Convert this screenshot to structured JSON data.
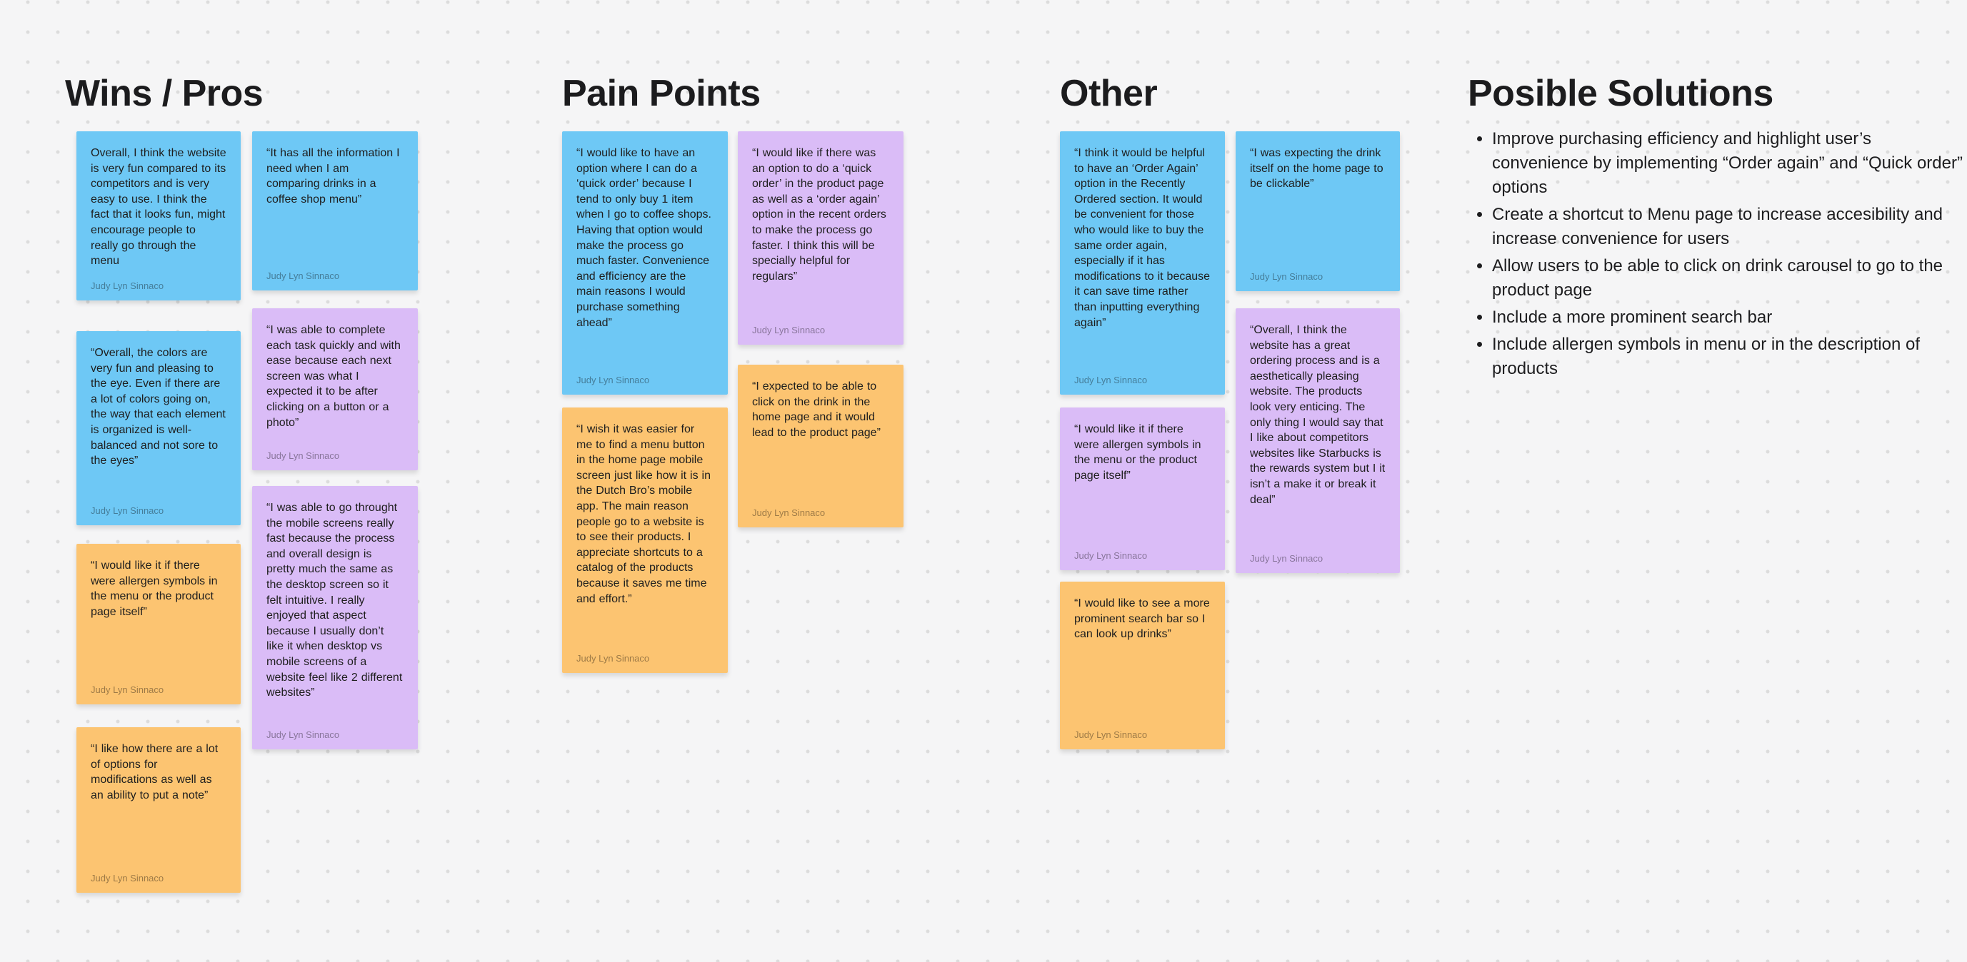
{
  "colors": {
    "blue": "#6EC8F5",
    "purple": "#DABCF7",
    "orange": "#FCC471",
    "background": "#F5F5F6",
    "grid_dot": "#DCDCDC",
    "text": "#1E1E1E"
  },
  "columns": [
    {
      "title": "Wins / Pros",
      "notes": [
        {
          "color": "blue",
          "author": "Judy Lyn Sinnaco",
          "text": "Overall, I think the website is very fun compared to its competitors and is very easy to use. I think the fact that it looks fun, might encourage people to really go through the menu"
        },
        {
          "color": "blue",
          "author": "Judy Lyn Sinnaco",
          "text": "“Overall, the colors are very fun and pleasing to the eye. Even if there are a lot of colors going on, the way that each element is organized is  well-balanced and not sore to the eyes”"
        },
        {
          "color": "orange",
          "author": "Judy Lyn Sinnaco",
          "text": "“I would like it if there were allergen symbols in the menu or the product page itself”"
        },
        {
          "color": "orange",
          "author": "Judy Lyn Sinnaco",
          "text": "“I like how there are a lot of options for modifications as well as an ability to put a note”"
        },
        {
          "color": "blue",
          "author": "Judy Lyn Sinnaco",
          "text": "“It has all the information I need when I am comparing drinks in a coffee shop menu”"
        },
        {
          "color": "purple",
          "author": "Judy Lyn Sinnaco",
          "text": "“I was able to complete each task quickly and with ease because each next screen was what I expected it to be after clicking on a button or a photo”"
        },
        {
          "color": "purple",
          "author": "Judy Lyn Sinnaco",
          "text": "“I was able to go throught the mobile screens really fast because the process and overall design is pretty much the same as the desktop screen so it felt intuitive. I really enjoyed that aspect because I usually don’t like it when desktop vs mobile screens of a website feel like 2 different websites”"
        }
      ]
    },
    {
      "title": "Pain Points",
      "notes": [
        {
          "color": "blue",
          "author": "Judy Lyn Sinnaco",
          "text": "“I would like to have an option where I can do a ‘quick order’ because I tend to only buy 1 item when I go to coffee shops. Having that option would make the process go much faster. Convenience and efficiency are the main reasons I would purchase something ahead”"
        },
        {
          "color": "orange",
          "author": "Judy Lyn Sinnaco",
          "text": "“I wish it was easier for me to find a menu button in the home page mobile screen just like how it is in the Dutch Bro’s mobile app. The main reason people go to a website is to see their products. I appreciate shortcuts to a catalog of the products because it saves me time and effort.”"
        },
        {
          "color": "purple",
          "author": "Judy Lyn Sinnaco",
          "text": "“I would like if there was an option to do a ‘quick order’ in the product page as well as a ‘order again’ option in the recent orders to make the process go faster. I think this will be specially helpful for regulars”"
        },
        {
          "color": "orange",
          "author": "Judy Lyn Sinnaco",
          "text": "“I expected to be able to click on the drink in the home page and it would lead to the product page”"
        }
      ]
    },
    {
      "title": "Other",
      "notes": [
        {
          "color": "blue",
          "author": "Judy Lyn Sinnaco",
          "text": "“I think it would be helpful to have an ‘Order Again’ option in the Recently Ordered section. It would be convenient for those who would like to buy the same order again, especially if it has modifications to it because it can save time rather than inputting everything again”"
        },
        {
          "color": "purple",
          "author": "Judy Lyn Sinnaco",
          "text": "“I would like it if there were allergen symbols in the menu or the product page itself”"
        },
        {
          "color": "orange",
          "author": "Judy Lyn Sinnaco",
          "text": "“I would like to see a more prominent search bar so I can look up drinks”"
        },
        {
          "color": "blue",
          "author": "Judy Lyn Sinnaco",
          "text": "“I was expecting the drink itself on the home page to be clickable”"
        },
        {
          "color": "purple",
          "author": "Judy Lyn Sinnaco",
          "text": "“Overall, I think the website has a great ordering process and is a aesthetically pleasing website. The products look very enticing. The only thing I would say that I like about competitors websites like Starbucks is the rewards system but I it isn’t a make it or break it deal”"
        }
      ]
    },
    {
      "title": "Posible Solutions",
      "bullets": [
        "Improve purchasing efficiency and highlight user’s convenience by implementing “Order again” and “Quick order” options",
        "Create a shortcut to Menu page to increase accesibility and increase convenience for users",
        "Allow users to be able to click on drink carousel to go to the product page",
        "Include a more prominent search bar",
        "Include allergen symbols in menu or in the description of products"
      ]
    }
  ]
}
